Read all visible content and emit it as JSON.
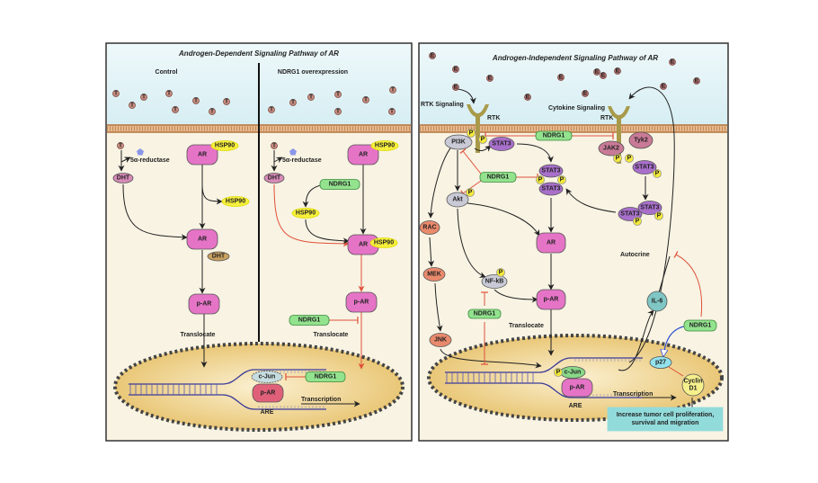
{
  "left_panel": {
    "title": "Androgen-Dependent Signaling Pathway of AR",
    "control_label": "Control",
    "ndrg1_label": "NDRG1 overexpression",
    "testosterone": "T",
    "reductase": "5α-reductase",
    "dht": "DHT",
    "ar": "AR",
    "hsp90": "HSP90",
    "p_ar": "p-AR",
    "ndrg1": "NDRG1",
    "translocate": "Translocate",
    "c_jun": "c-Jun",
    "transcription": "Transcription",
    "are": "ARE"
  },
  "right_panel": {
    "title": "Androgen-Independent Signaling Pathway of AR",
    "estrogen": "E",
    "rtk_signaling": "RTK Signaling",
    "cytokine_signaling": "Cytokine Signaling",
    "rtk": "RTK",
    "ndrg1": "NDRG1",
    "pi3k": "PI3K",
    "p": "P",
    "stat3": "STAT3",
    "jak2": "JAK2",
    "tyk2": "Tyk2",
    "akt": "Akt",
    "rac": "RAC",
    "mek": "MEK",
    "jnk": "JNK",
    "nfkb": "NF-kB",
    "ar": "AR",
    "p_ar": "p-AR",
    "translocate": "Translocate",
    "autocrine": "Autocrine",
    "il6": "IL-6",
    "p27": "p27",
    "cyclin_d1": [
      "Cyclin",
      "D1"
    ],
    "c_jun": "c-Jun",
    "transcription": "Transcription",
    "are": "ARE",
    "outcome": [
      "Increase tumor cell proliferation,",
      "survival and migration"
    ]
  },
  "colors": {
    "extracellular": "#dff1f5",
    "cytoplasm": "#f8f3e3",
    "membrane": "#c98a5a",
    "nucleus": "#f0d48a",
    "ar": "#e574c6",
    "hsp90": "#f6ef3c",
    "ndrg1": "#93e28e",
    "stat3": "#a86fcb",
    "kinase_gray": "#c9cad6",
    "mapk_orange": "#ea8a6c",
    "il6": "#7fc6c4",
    "p27": "#92e2ee",
    "cyclin": "#f6f08c",
    "outcome_box": "#92dbdb",
    "phospho": "#f3e93a",
    "inhibition": "#e0503a"
  }
}
